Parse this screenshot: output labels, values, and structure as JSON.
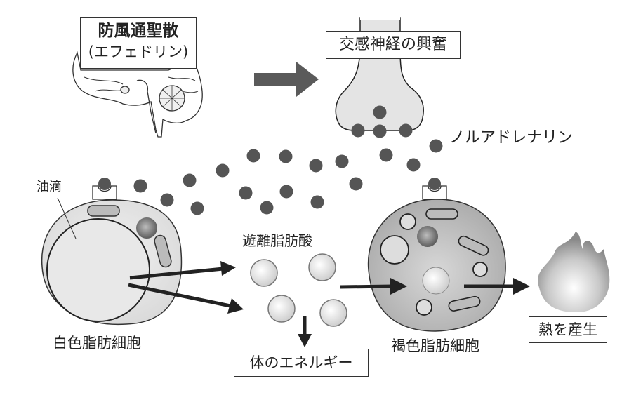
{
  "labels": {
    "drug_name": "防風通聖散",
    "drug_component": "(エフェドリン)",
    "sympathetic": "交感神経の興奮",
    "noradrenaline": "ノルアドレナリン",
    "oil_droplet": "油滴",
    "free_fatty_acid": "遊離脂肪酸",
    "white_fat_cell": "白色脂肪細胞",
    "brown_fat_cell": "褐色脂肪細胞",
    "body_energy": "体のエネルギー",
    "heat_production": "熱を産生"
  },
  "colors": {
    "dot": "#555555",
    "arrow": "#222222",
    "big_arrow": "#5a5a5a",
    "white_cell_fill": "#e6e6e6",
    "brown_cell_fill": "#b8b8b8",
    "nerve_fill": "#e4e4e4"
  }
}
